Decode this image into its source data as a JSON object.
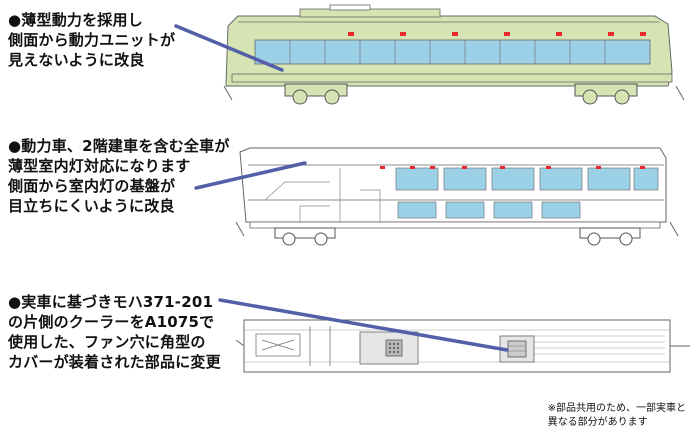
{
  "notes": [
    {
      "lines": [
        "●薄型動力を採用し",
        "側面から動力ユニットが",
        "見えないように改良"
      ]
    },
    {
      "lines": [
        "●動力車、2階建車を含む全車が",
        "薄型室内灯対応になります",
        "側面から室内灯の基盤が",
        "目立ちにくいように改良"
      ]
    },
    {
      "lines": [
        "●実車に基づきモハ371-201",
        "の片側のクーラーをA1075で",
        "使用した、ファン穴に角型の",
        "カバーが装着された部品に変更"
      ]
    }
  ],
  "footnote": [
    "※部品共用のため、一部実車と",
    "異なる部分があります"
  ],
  "colors": {
    "leader": "#5360a8",
    "power_unit": "#d6e4b4",
    "interior": "#9cd0e6",
    "led": "#e8282b",
    "outline": "#666666"
  }
}
